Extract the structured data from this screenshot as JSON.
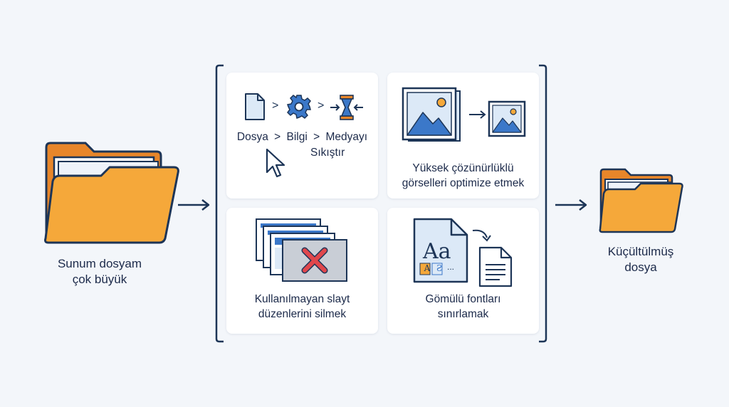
{
  "source": {
    "label_line1": "Sunum dosyam",
    "label_line2": "çok büyük"
  },
  "result": {
    "label_line1": "Küçültülmüş",
    "label_line2": "dosya"
  },
  "steps": [
    {
      "id": "compress-media",
      "path": [
        "Dosya",
        "Bilgi",
        "Medyayı"
      ],
      "path_line2": "Sıkıştır",
      "separator": ">"
    },
    {
      "id": "optimize-images",
      "line1": "Yüksek çözünürlüklü",
      "line2": "görselleri optimize etmek"
    },
    {
      "id": "delete-layouts",
      "line1": "Kullanılmayan slayt",
      "line2": "düzenlerini silmek"
    },
    {
      "id": "limit-fonts",
      "line1": "Gömülü fontları",
      "line2": "sınırlamak",
      "font_sample": "Aa",
      "mini_glyph_1": "A",
      "mini_glyph_2": "Ƨ",
      "mini_dots": "..."
    }
  ],
  "colors": {
    "background": "#f3f6fa",
    "navy": "#1d3557",
    "blue": "#3b78c9",
    "light_blue": "#dce9f7",
    "folder_orange": "#f5a83a",
    "folder_dark_orange": "#e8862a",
    "red_x": "#e0474c",
    "gray_card": "#c9ced6"
  },
  "icons": [
    "folder-icon",
    "document-icon",
    "gear-icon",
    "compress-icon",
    "cursor-icon",
    "image-icon",
    "slide-stack-icon",
    "delete-x-icon",
    "font-document-icon",
    "text-document-icon",
    "arrow-right-icon"
  ]
}
